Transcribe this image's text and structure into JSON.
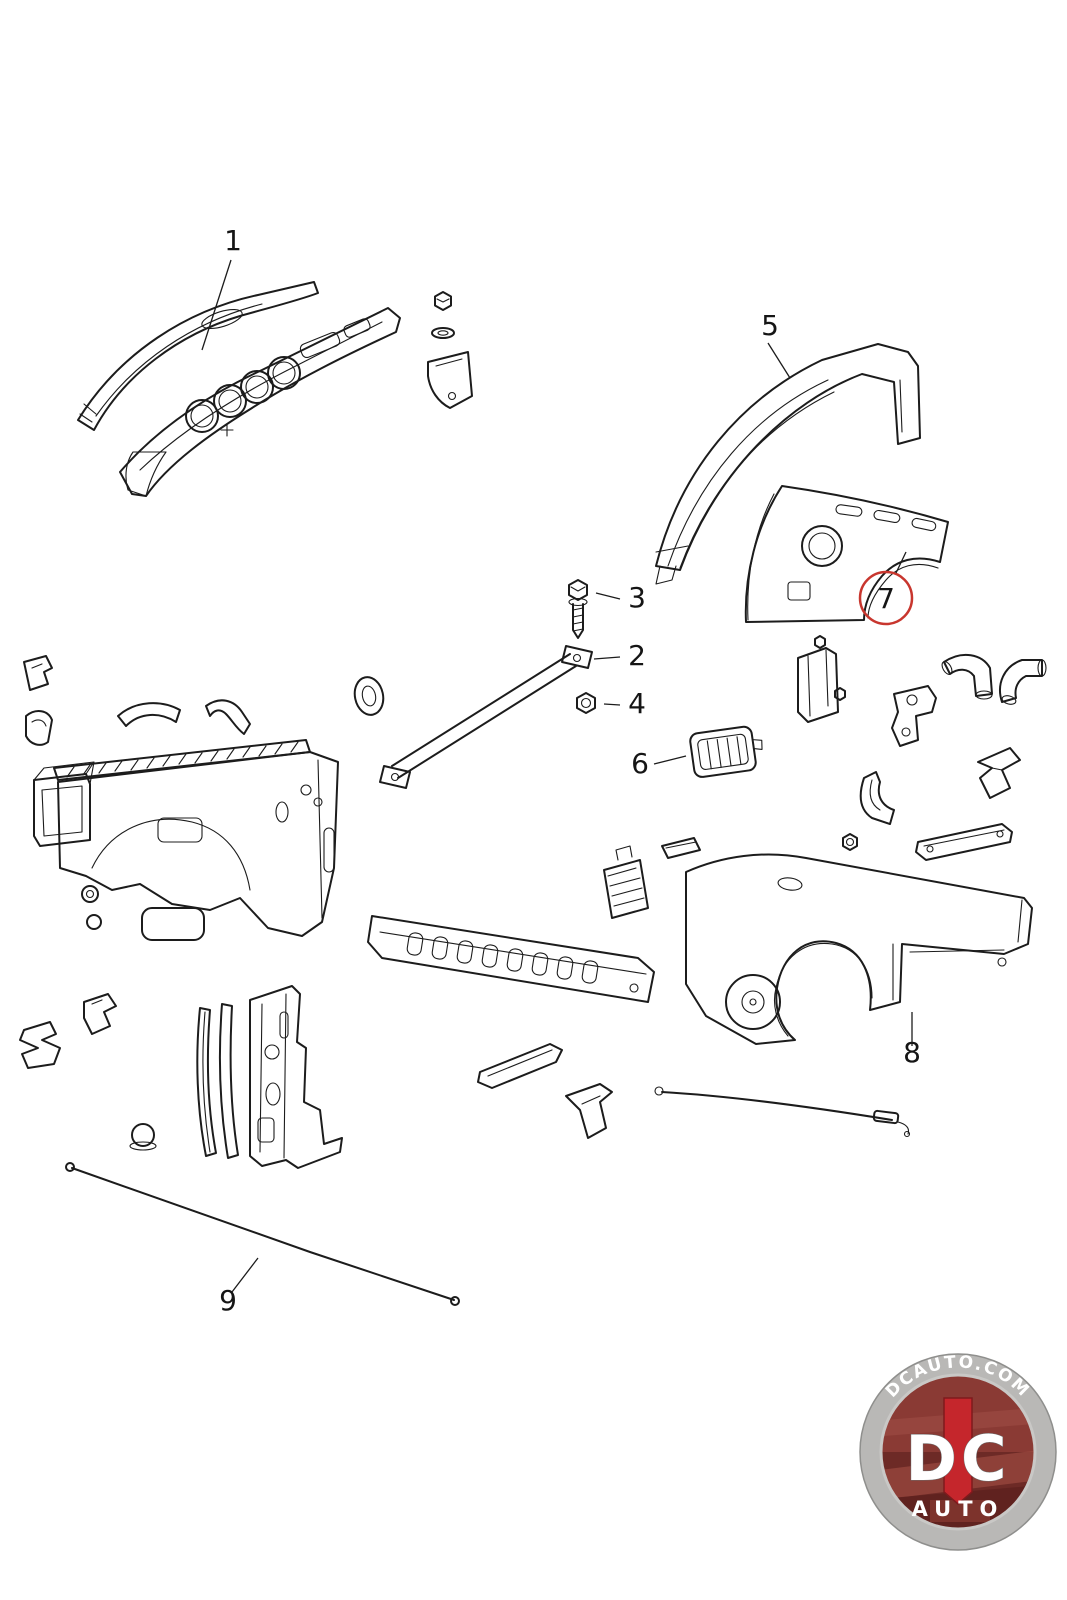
{
  "diagram": {
    "background": "#ffffff",
    "line_color": "#1c1c1c",
    "highlight": {
      "part_number": "7",
      "color": "#c8362e"
    }
  },
  "parts": [
    {
      "number": "1"
    },
    {
      "number": "2"
    },
    {
      "number": "3"
    },
    {
      "number": "4"
    },
    {
      "number": "5"
    },
    {
      "number": "6"
    },
    {
      "number": "7"
    },
    {
      "number": "8"
    },
    {
      "number": "9"
    }
  ],
  "logo": {
    "site": "DCAUTO.COM",
    "initials": "DC",
    "word": "AUTO",
    "ring_color": "#b9b8b6",
    "banner_color": "#c5262c",
    "photo_tint": "#8a3a34"
  }
}
